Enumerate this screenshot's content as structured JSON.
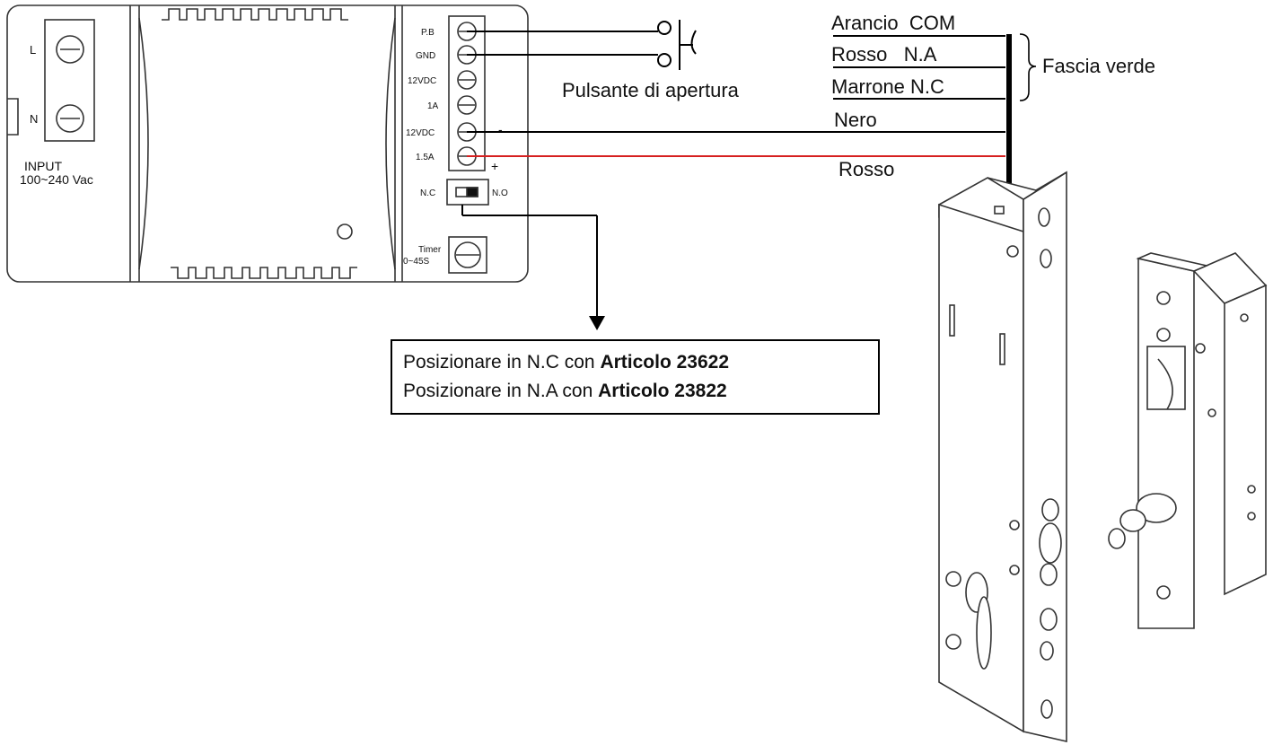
{
  "power_supply": {
    "input_l": "L",
    "input_n": "N",
    "input_label": "INPUT",
    "input_range": "100~240 Vac",
    "terminals": [
      "P.B",
      "GND",
      "12VDC",
      "1A",
      "12VDC",
      "1.5A"
    ],
    "minus_sign": "-",
    "plus_sign": "+",
    "switch_nc": "N.C",
    "switch_no": "N.O",
    "timer_label": "Timer",
    "timer_range": "0~45S"
  },
  "push_button": {
    "label": "Pulsante di apertura"
  },
  "wires": {
    "arancio_com": "Arancio  COM",
    "rosso_na": "Rosso   N.A",
    "marrone_nc": "Marrone N.C",
    "nero": "Nero",
    "rosso": "Rosso",
    "group_label": "Fascia verde"
  },
  "note": {
    "line1_prefix": "Posizionare in N.C con ",
    "line1_bold": "Articolo 23622",
    "line2_prefix": "Posizionare in N.A con ",
    "line2_bold": "Articolo 23822"
  },
  "colors": {
    "line": "#000000",
    "red_wire": "#d62020",
    "outline": "#333333"
  }
}
